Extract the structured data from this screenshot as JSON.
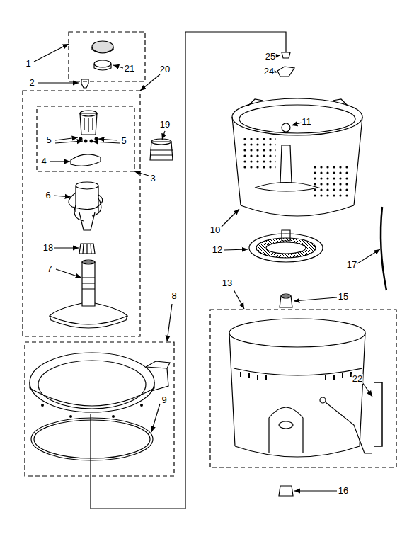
{
  "diagram": {
    "labels": [
      "1",
      "21",
      "2",
      "20",
      "5",
      "5",
      "4",
      "3",
      "6",
      "18",
      "7",
      "8",
      "9",
      "19",
      "25",
      "24",
      "11",
      "10",
      "12",
      "17",
      "13",
      "15",
      "22",
      "16"
    ]
  }
}
